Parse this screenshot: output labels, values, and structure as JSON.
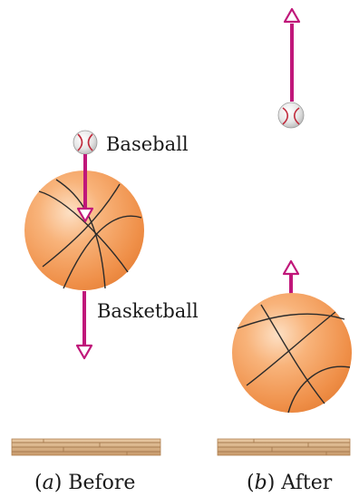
{
  "labels": {
    "baseball": "Baseball",
    "basketball": "Basketball"
  },
  "captions": {
    "before": {
      "open": "(",
      "letter": "a",
      "rest": ") Before"
    },
    "after": {
      "open": "(",
      "letter": "b",
      "rest": ") After"
    }
  },
  "colors": {
    "arrow": "#c0177a",
    "basketball": "#f29c5e",
    "seam": "#2b2b2b",
    "floor": "#d9b48c"
  },
  "icons": {
    "arrow": "arrowhead-outline",
    "baseball": "baseball-icon",
    "basketball": "basketball-icon",
    "floor": "wood-floor-icon"
  }
}
